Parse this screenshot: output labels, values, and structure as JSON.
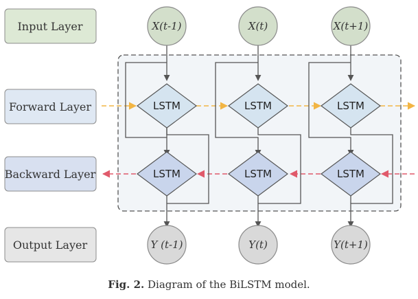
{
  "layers": {
    "input": "Input Layer",
    "forward": "Forward Layer",
    "backward": "Backward Layer",
    "output": "Output Layer"
  },
  "inputs": [
    "X(t-1)",
    "X(t)",
    "X(t+1)"
  ],
  "outputs": [
    "Y (t-1)",
    "Y(t)",
    "Y(t+1)"
  ],
  "cell_label": "LSTM",
  "caption": {
    "label": "Fig. 2.",
    "text": "Diagram of the BiLSTM model."
  },
  "colors": {
    "input_fill": "#dde9d5",
    "forward_fill": "#dfe8f3",
    "backward_fill": "#d8e0f0",
    "output_fill": "#e6e6e6",
    "lstm_forward_fill": "#d5e4f0",
    "lstm_backward_fill": "#c9d5ec",
    "forward_arrow": "#f2b544",
    "backward_arrow": "#e05a6b"
  }
}
